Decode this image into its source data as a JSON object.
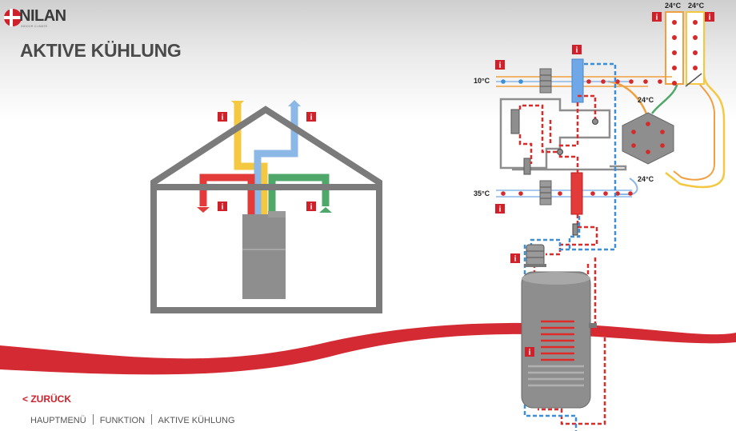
{
  "app": {
    "brand": "NILAN",
    "tagline": "INDOOR CLIMATE",
    "title": "AKTIVE KÜHLUNG"
  },
  "navigation": {
    "back_label": "< ZURÜCK",
    "breadcrumb": [
      "HAUPTMENÜ",
      "FUNKTION",
      "AKTIVE KÜHLUNG"
    ]
  },
  "temperatures": {
    "top_left": "24°C",
    "top_right": "24°C",
    "outdoor_in": "10°C",
    "upper_mid": "24°C",
    "lower_mid": "24°C",
    "condenser_in": "35°C"
  },
  "colors": {
    "accent_red": "#d0202a",
    "airflow_warm": "#f5c842",
    "airflow_cool": "#8cb8e8",
    "airflow_supply": "#e33a3a",
    "airflow_extract": "#4fa86a",
    "house_outline": "#7b7b7b",
    "pipe_blue": "#3a8fd8",
    "pipe_red": "#e02a2a",
    "duct_orange": "#f0a040",
    "duct_green": "#4fa86a",
    "duct_yellow": "#f5c842"
  },
  "icons": {
    "info": "info-icon",
    "logo": "danish-flag-logo"
  }
}
